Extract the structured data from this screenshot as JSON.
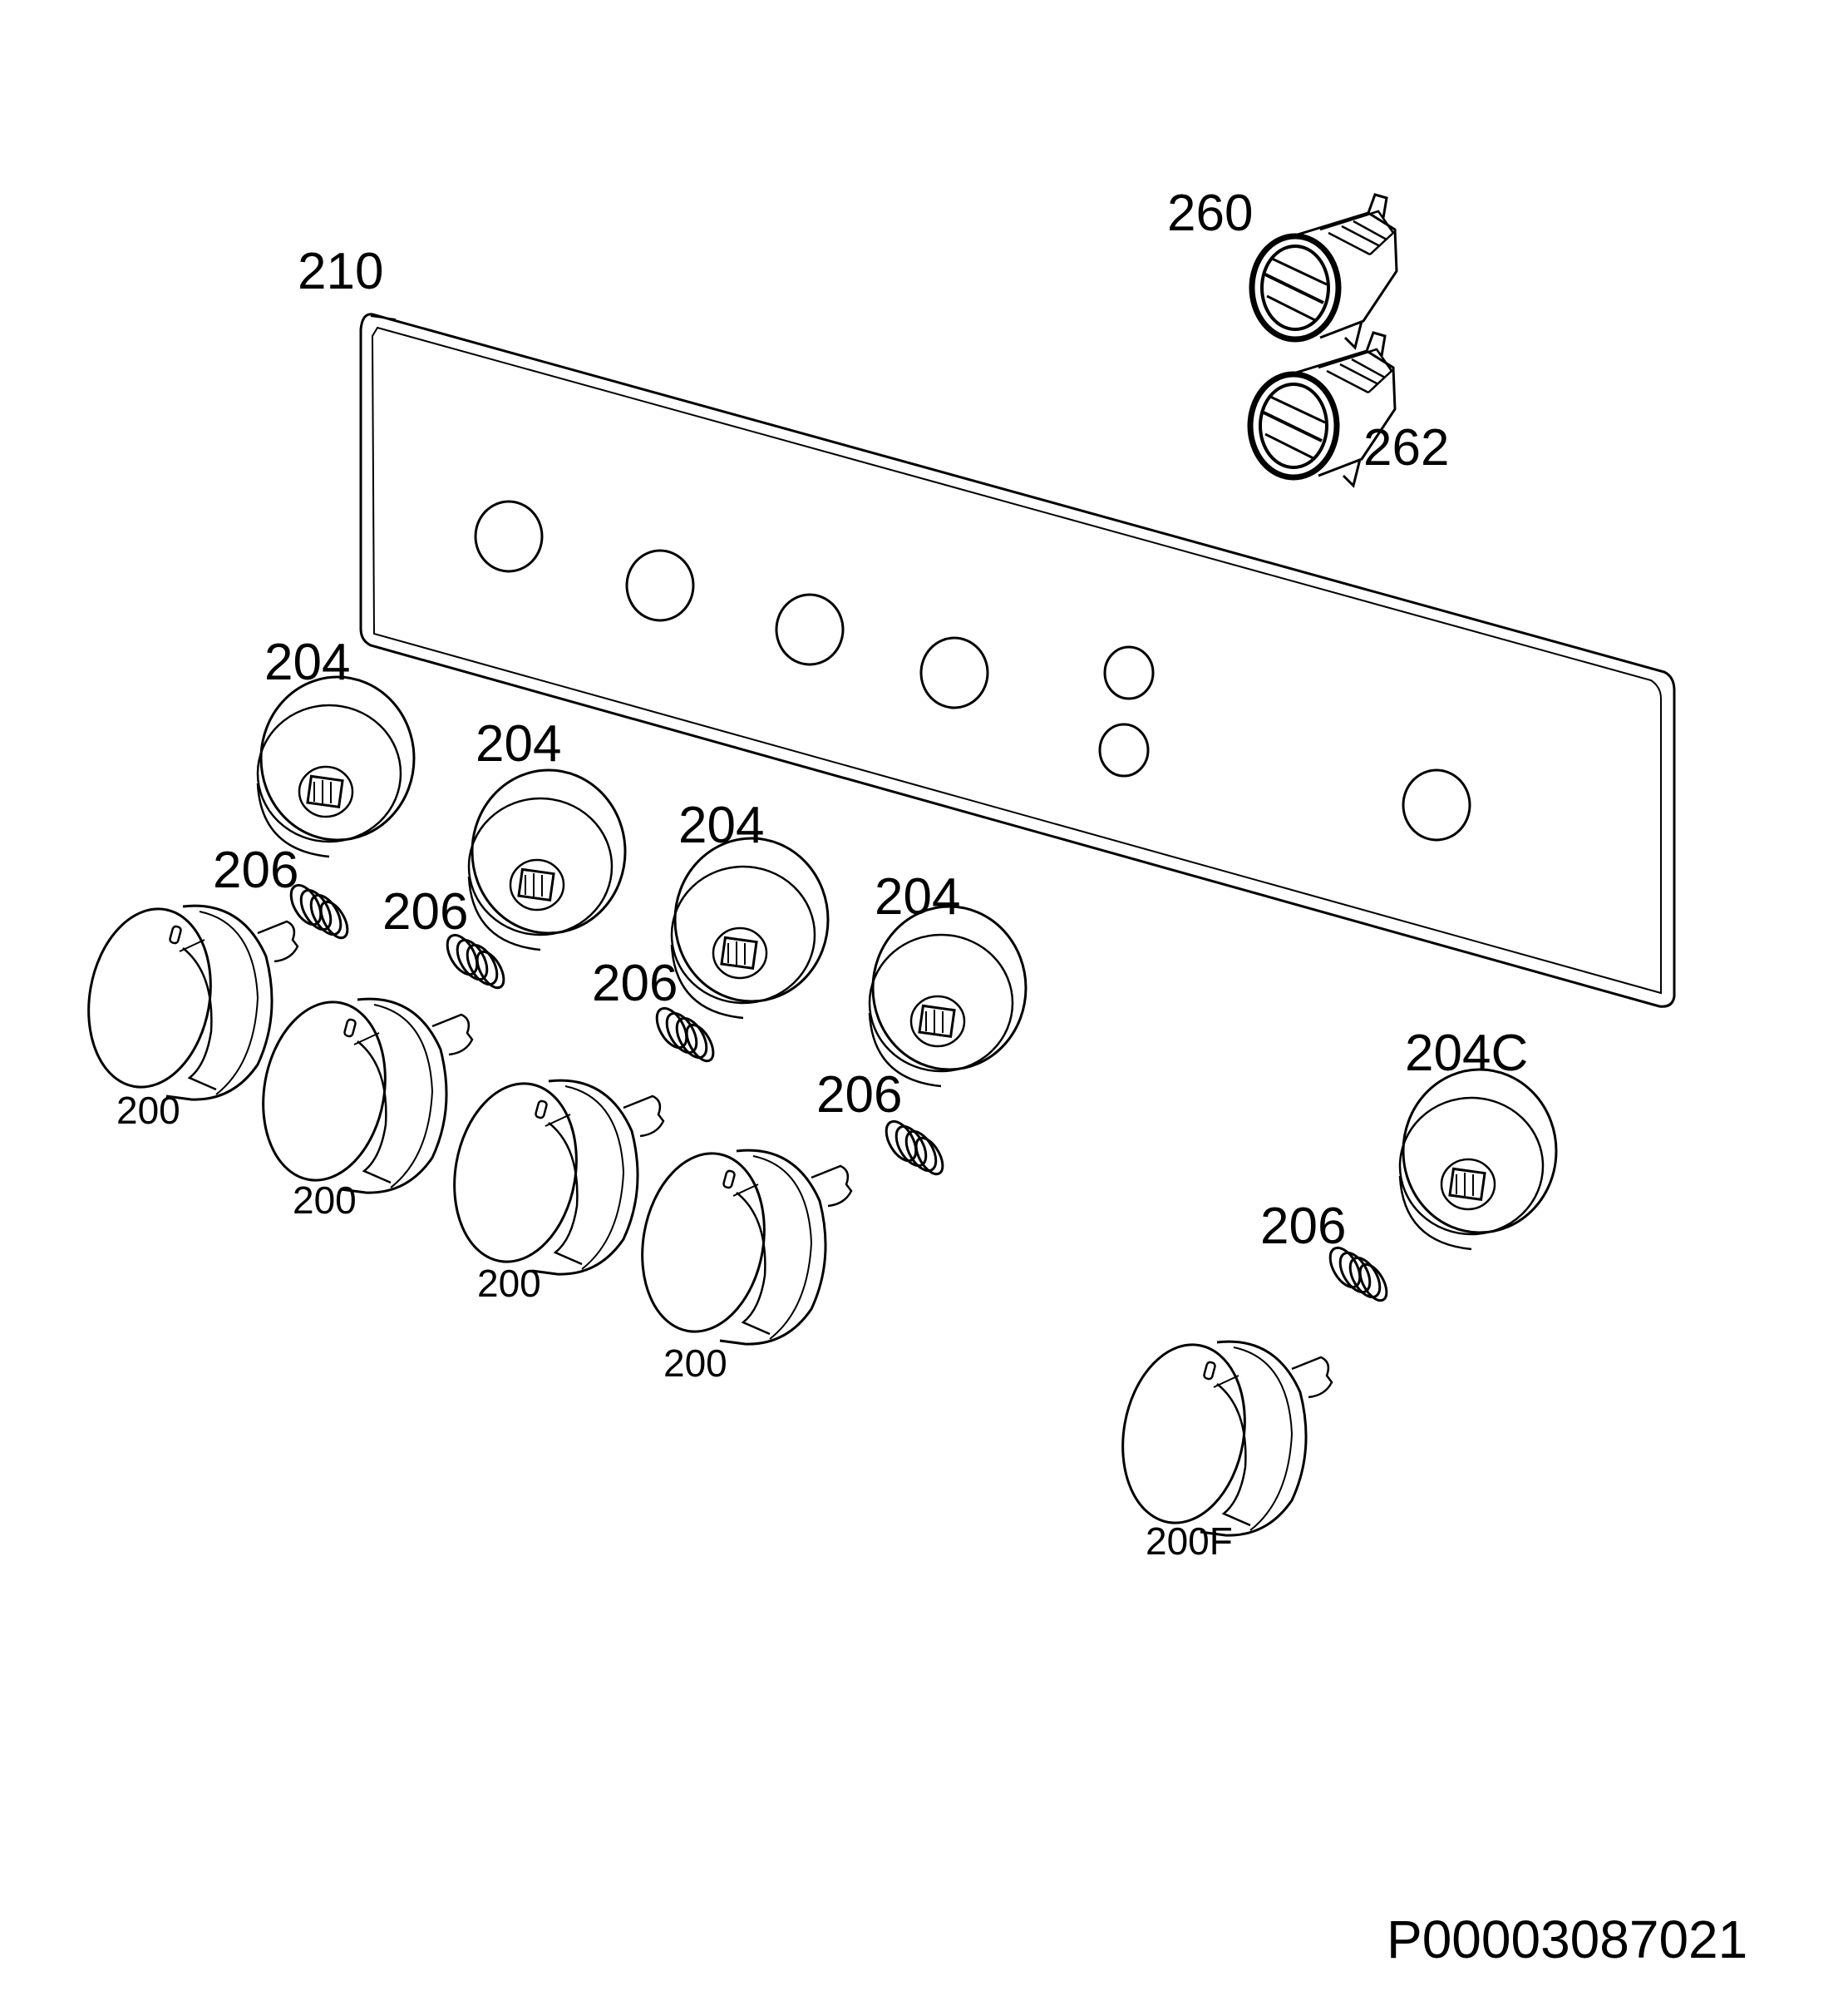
{
  "labels": {
    "panel": "210",
    "lamp_top": "260",
    "lamp_bottom": "262",
    "bezel": "204",
    "bezel_c": "204C",
    "spring": "206",
    "knob": "200",
    "knob_f": "200F"
  },
  "drawing_code": "P00003087021",
  "colors": {
    "line": "#000000",
    "background": "#ffffff"
  }
}
